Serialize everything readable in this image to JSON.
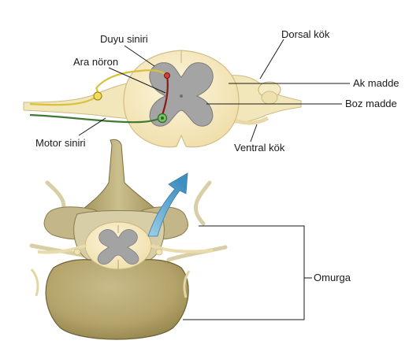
{
  "labels": {
    "sensory_nerve": "Duyu siniri",
    "interneuron": "Ara nöron",
    "motor_nerve": "Motor siniri",
    "dorsal_root": "Dorsal kök",
    "white_matter": "Ak madde",
    "gray_matter": "Boz madde",
    "ventral_root": "Ventral kök",
    "spine": "Omurga"
  },
  "colors": {
    "white_matter": "#f8ecc8",
    "gray_matter": "#9c9c9c",
    "bone": "#c9bd8a",
    "bone_dark": "#8c7f4e",
    "sensory_nerve": "#d9c23a",
    "motor_nerve": "#3f7a32",
    "interneuron": "#8a1a1a",
    "arrow": "#5aa7cf"
  }
}
